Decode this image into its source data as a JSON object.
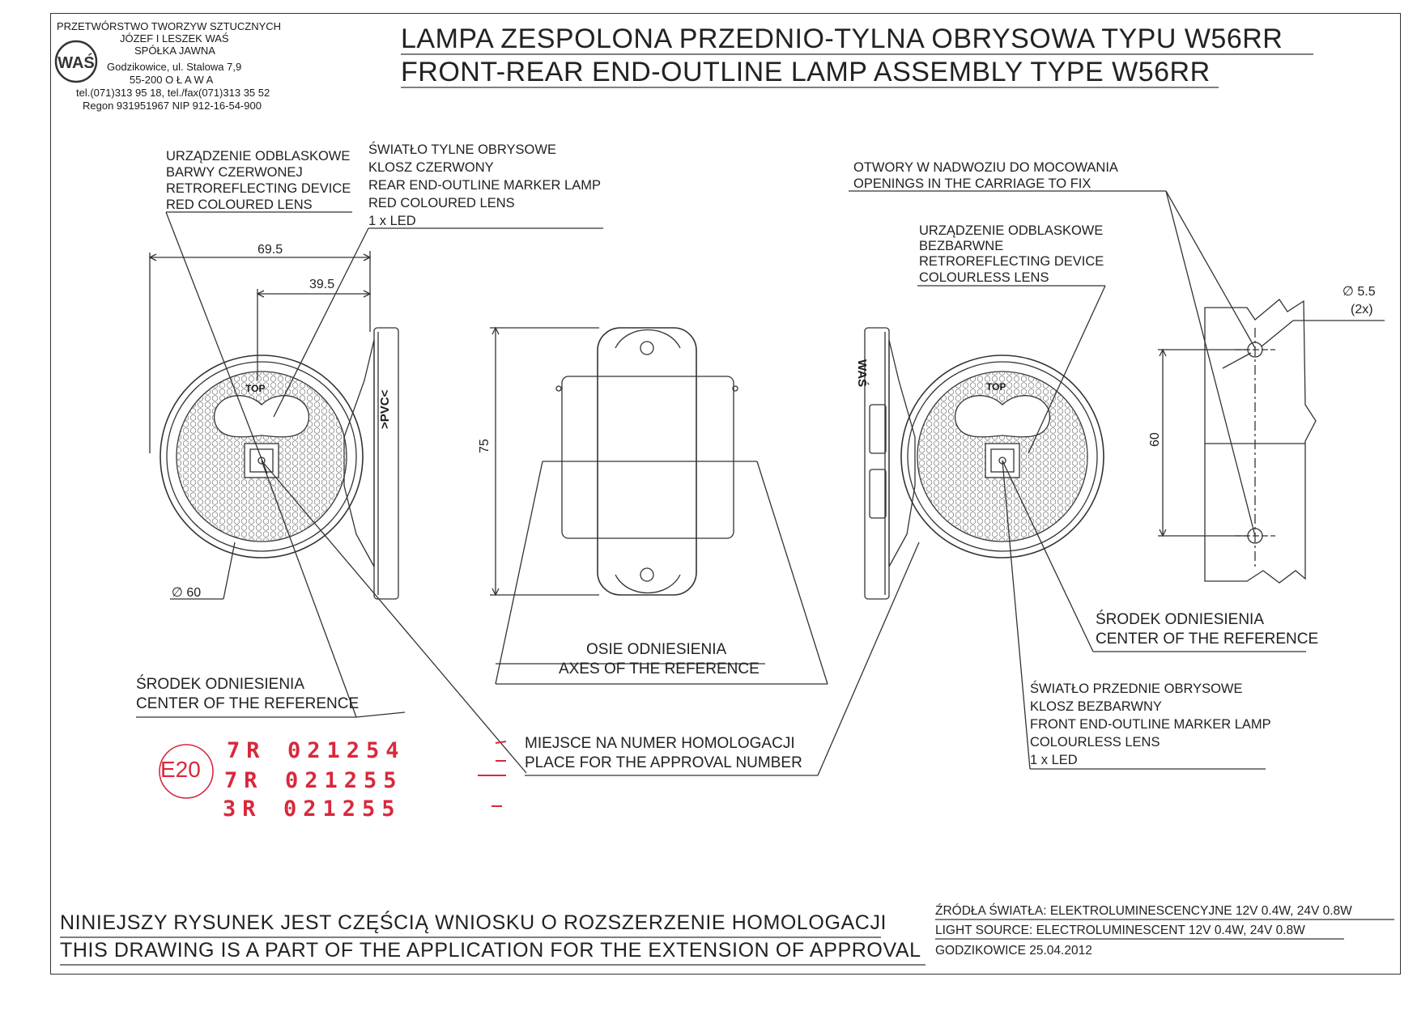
{
  "company": {
    "line1": "PRZETWÓRSTWO TWORZYW SZTUCZNYCH",
    "line2": "JÓZEF I LESZEK WAŚ",
    "line3": "SPÓŁKA JAWNA",
    "line4": "Godzikowice, ul. Stalowa 7,9",
    "line5": "55-200  O Ł A W A",
    "line6": "tel.(071)313 95 18, tel./fax(071)313 35 52",
    "line7": "Regon 931951967 NIP 912-16-54-900",
    "logo_text": "WAŚ"
  },
  "title": {
    "pl": "LAMPA ZESPOLONA PRZEDNIO-TYLNA OBRYSOWA TYPU W56RR",
    "en": "FRONT-REAR END-OUTLINE LAMP ASSEMBLY TYPE W56RR"
  },
  "labels": {
    "retro_red": [
      "URZĄDZENIE ODBLASKOWE",
      "BARWY CZERWONEJ",
      "RETROREFLECTING DEVICE",
      "RED COLOURED LENS"
    ],
    "rear_lamp": [
      "ŚWIATŁO TYLNE OBRYSOWE",
      "KLOSZ  CZERWONY",
      "REAR END-OUTLINE MARKER LAMP",
      "RED COLOURED  LENS",
      "1 x LED"
    ],
    "openings": [
      "OTWORY W NADWOZIU DO MOCOWANIA",
      "OPENINGS IN THE CARRIAGE TO FIX"
    ],
    "retro_clear": [
      "URZĄDZENIE ODBLASKOWE",
      "BEZBARWNE",
      "RETROREFLECTING DEVICE",
      "COLOURLESS LENS"
    ],
    "center_left": [
      "ŚRODEK ODNIESIENIA",
      "CENTER OF THE REFERENCE"
    ],
    "center_right": [
      "ŚRODEK ODNIESIENIA",
      "CENTER OF THE REFERENCE"
    ],
    "axes": [
      "OSIE ODNIESIENIA",
      "AXES OF THE REFERENCE"
    ],
    "approval_place": [
      "MIEJSCE NA NUMER HOMOLOGACJI",
      "PLACE FOR THE APPROVAL NUMBER"
    ],
    "front_lamp": [
      "ŚWIATŁO PRZEDNIE OBRYSOWE",
      "KLOSZ BEZBARWNY",
      "FRONT END-OUTLINE MARKER LAMP",
      "COLOURLESS LENS",
      "1 x LED"
    ]
  },
  "dimensions": {
    "width_total": "69.5",
    "width_partial": "39.5",
    "diameter": "∅ 60",
    "height": "75",
    "hole_spacing": "60",
    "hole_diameter": "∅ 5.5",
    "hole_count": "(2x)"
  },
  "lamp_marks": {
    "top": "TOP",
    "pvc": ">PVC<",
    "brand": "WAŚ"
  },
  "stamp": {
    "mark": "E20",
    "rows": [
      {
        "code": "7R",
        "number": "021254"
      },
      {
        "code": "7R",
        "number": "021255"
      },
      {
        "code": "3R",
        "number": "021255"
      }
    ]
  },
  "footer": {
    "note_pl": "NINIEJSZY RYSUNEK JEST CZĘŚCIĄ WNIOSKU O  ROZSZERZENIE HOMOLOGACJI",
    "note_en": "THIS DRAWING IS A PART OF THE APPLICATION FOR THE EXTENSION OF APPROVAL",
    "source_pl": "ŹRÓDŁA ŚWIATŁA: ELEKTROLUMINESCENCYJNE  12V  0.4W, 24V  0.8W",
    "source_en": "LIGHT SOURCE: ELECTROLUMINESCENT  12V  0.4W, 24V  0.8W",
    "place_date": "GODZIKOWICE 25.04.2012"
  },
  "colors": {
    "ink": "#222222",
    "stamp": "#d8283c"
  }
}
